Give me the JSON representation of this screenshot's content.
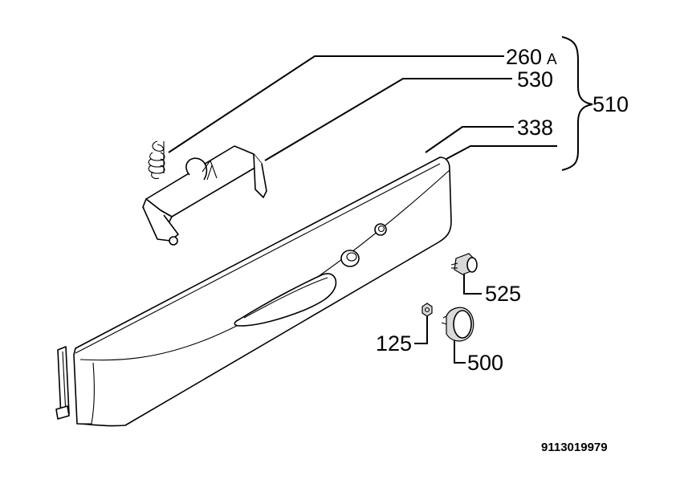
{
  "labels": {
    "spring": {
      "number": "260",
      "suffix": "A"
    },
    "bracket": "530",
    "panel": "338",
    "group": "510",
    "indicator": "525",
    "nut": "125",
    "knob": "500"
  },
  "doc_number": "9113019979",
  "icons": {
    "spring": "coil-spring-icon",
    "bracket": "hinge-bracket-icon",
    "panel": "control-panel-icon",
    "indicator": "indicator-lamp-icon",
    "nut": "hex-nut-icon",
    "knob": "rotary-knob-icon",
    "end-cap": "end-cap-icon"
  },
  "colors": {
    "line": "#000000",
    "background": "#ffffff"
  }
}
